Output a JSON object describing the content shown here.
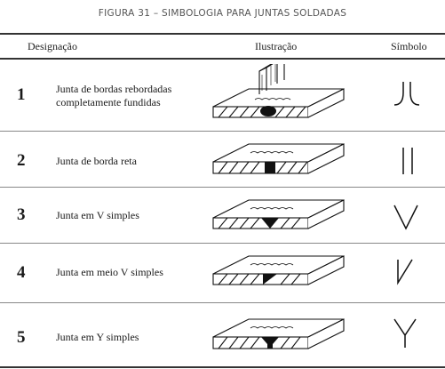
{
  "caption": "FIGURA 31 – SIMBOLOGIA PARA JUNTAS SOLDADAS",
  "headers": {
    "designacao": "Designação",
    "ilustracao": "Ilustração",
    "simbolo": "Símbolo"
  },
  "rows": [
    {
      "number": "1",
      "name_line1": "Junta de bordas rebordadas",
      "name_line2": "completamente fundidas",
      "symbol": "flanged-butt-symbol-icon"
    },
    {
      "number": "2",
      "name_line1": "Junta de borda reta",
      "name_line2": "",
      "symbol": "square-butt-symbol-icon"
    },
    {
      "number": "3",
      "name_line1": "Junta em V simples",
      "name_line2": "",
      "symbol": "single-v-symbol-icon"
    },
    {
      "number": "4",
      "name_line1": "Junta em meio V simples",
      "name_line2": "",
      "symbol": "single-bevel-symbol-icon"
    },
    {
      "number": "5",
      "name_line1": "Junta em Y simples",
      "name_line2": "",
      "symbol": "single-y-symbol-icon"
    }
  ]
}
